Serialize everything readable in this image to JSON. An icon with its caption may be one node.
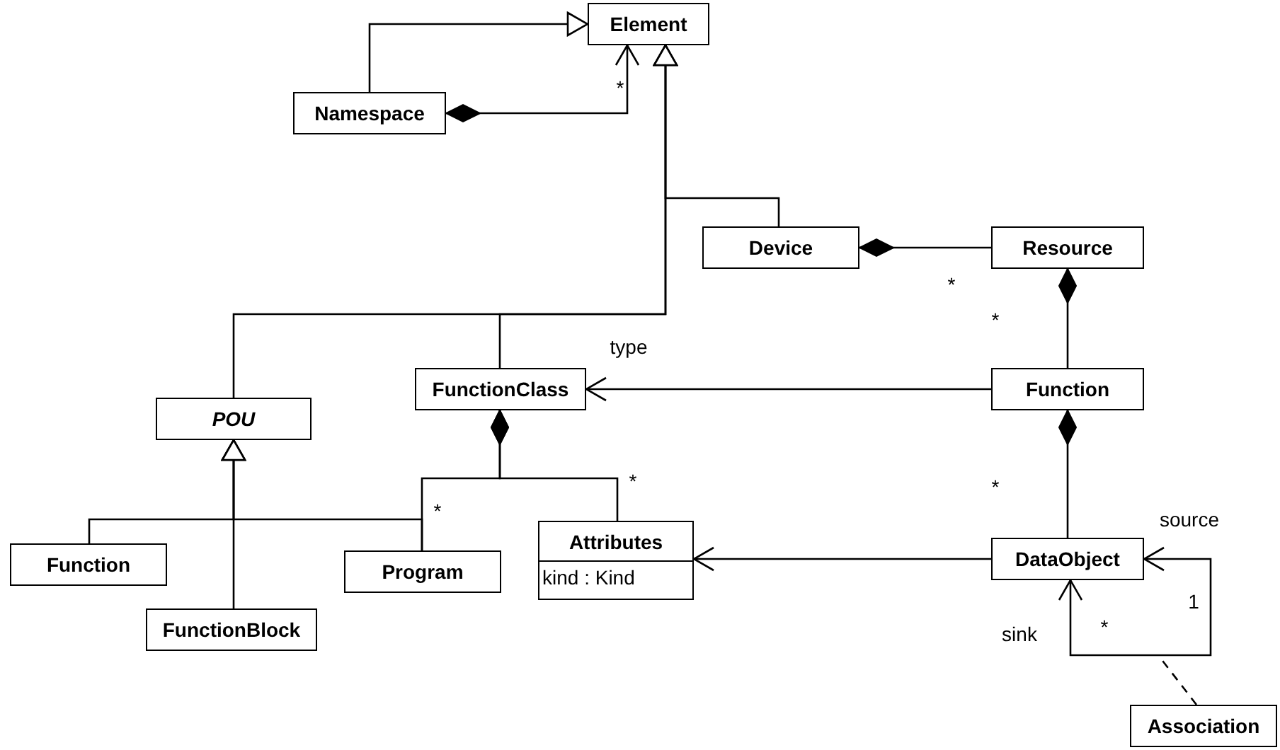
{
  "diagram": {
    "nodes": [
      {
        "text": [
          "Element"
        ]
      },
      {
        "text": [
          "Namespace"
        ]
      },
      {
        "text": [
          "Device"
        ]
      },
      {
        "text": [
          "Resource"
        ]
      },
      {
        "text": [
          "POU"
        ]
      },
      {
        "text": [
          "FunctionClass"
        ]
      },
      {
        "text": [
          "Function"
        ]
      },
      {
        "text": [
          "Function"
        ]
      },
      {
        "text": [
          "Program"
        ]
      },
      {
        "text": [
          "Attributes",
          "kind : Kind"
        ]
      },
      {
        "text": [
          "DataObject"
        ]
      },
      {
        "text": [
          "FunctionBlock"
        ]
      },
      {
        "text": [
          "Association"
        ]
      }
    ],
    "edges": [
      {
        "from": 1,
        "to": 0,
        "arrow": "to"
      },
      {
        "from": 1,
        "to": 0,
        "arrow": "to"
      },
      {
        "from": 4,
        "to": 0,
        "arrow": "to"
      },
      {
        "from": 5,
        "to": 0,
        "arrow": "to"
      },
      {
        "from": 2,
        "to": 0,
        "arrow": "to"
      },
      {
        "from": 2,
        "to": 3,
        "arrow": "other"
      },
      {
        "from": 3,
        "to": 6,
        "arrow": "other"
      },
      {
        "from": 6,
        "to": 5,
        "arrow": "to"
      },
      {
        "from": 5,
        "to": 8,
        "arrow": "other"
      },
      {
        "from": 5,
        "to": 9,
        "arrow": "other"
      },
      {
        "from": 6,
        "to": 10,
        "arrow": "other"
      },
      {
        "from": 10,
        "to": 9,
        "arrow": "to"
      },
      {
        "from": 7,
        "to": 4,
        "arrow": "to"
      },
      {
        "from": 11,
        "to": 4,
        "arrow": "to"
      },
      {
        "from": 8,
        "to": 4,
        "arrow": "to"
      },
      {
        "from": 10,
        "to": 10,
        "arrow": "both"
      },
      {
        "from": 12,
        "to": null,
        "arrow": "none",
        "style": "dashed"
      }
    ],
    "labels": [
      "*",
      "*",
      "*",
      "type",
      "*",
      "*",
      "*",
      "source",
      "1",
      "*",
      "sink"
    ]
  }
}
